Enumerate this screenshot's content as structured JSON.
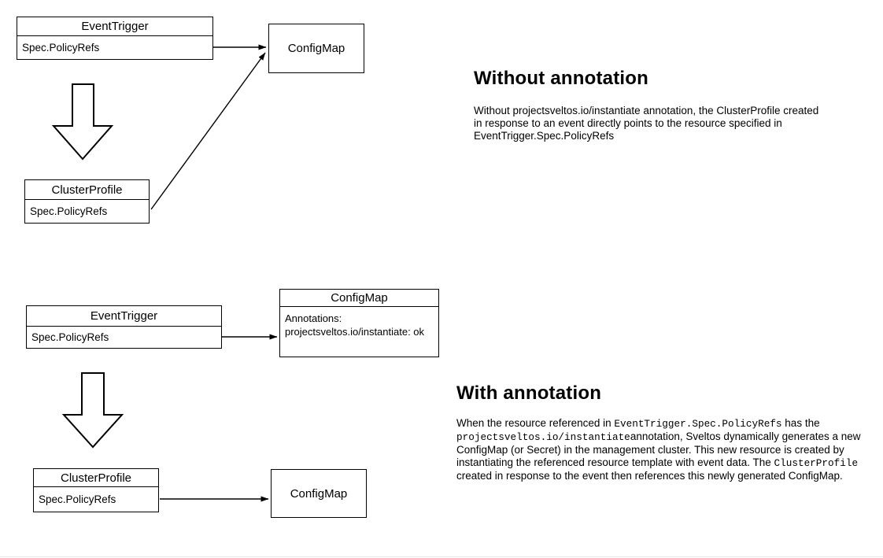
{
  "colors": {
    "stroke": "#000000",
    "background": "#ffffff",
    "bottom_rule": "#e6e6e6"
  },
  "diagrams": {
    "without": {
      "event_trigger": {
        "title": "EventTrigger",
        "field": "Spec.PolicyRefs"
      },
      "config_map": {
        "title": "ConfigMap"
      },
      "cluster_profile": {
        "title": "ClusterProfile",
        "field": "Spec.PolicyRefs"
      }
    },
    "with": {
      "event_trigger": {
        "title": "EventTrigger",
        "field": "Spec.PolicyRefs"
      },
      "config_map_annotated": {
        "title": "ConfigMap",
        "annotation_label": "Annotations:",
        "annotation_value": "projectsveltos.io/instantiate: ok"
      },
      "cluster_profile": {
        "title": "ClusterProfile",
        "field": "Spec.PolicyRefs"
      },
      "config_map": {
        "title": "ConfigMap"
      }
    }
  },
  "sections": {
    "without": {
      "heading": "Without annotation",
      "body": "Without projectsveltos.io/instantiate annotation, the ClusterProfile created in response to an event directly points to the resource specified in EventTrigger.Spec.PolicyRefs"
    },
    "with": {
      "heading": "With annotation",
      "p": {
        "s1": "When the resource referenced in ",
        "c1": "EventTrigger.Spec.PolicyRefs",
        "s2": " has the ",
        "c2": "projectsveltos.io/instantiate",
        "s3": "annotation, Sveltos dynamically generates a new ConfigMap (or Secret) in the management cluster. This new resource is created by instantiating the referenced resource template with event data. The ",
        "c3": "ClusterProfile",
        "s4": " created in response to the event then references this newly generated ConfigMap."
      }
    }
  }
}
